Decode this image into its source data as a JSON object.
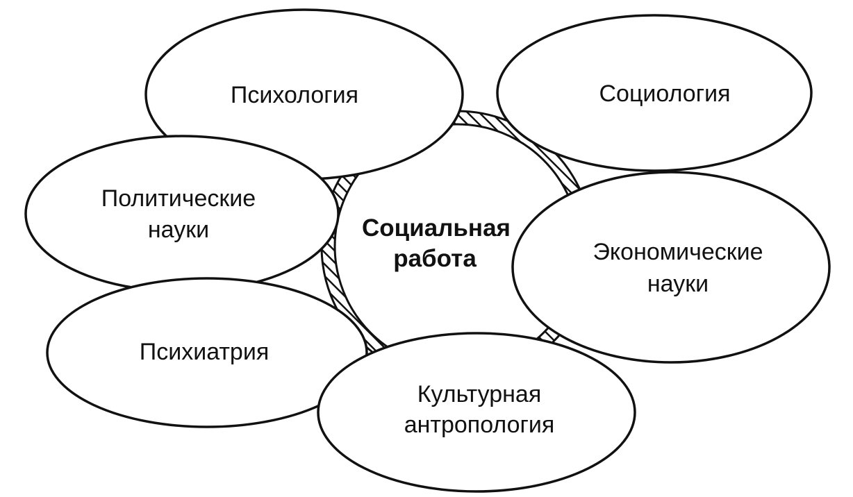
{
  "diagram": {
    "center": {
      "line1": "Социальная",
      "line2": "работа"
    },
    "nodes": [
      {
        "id": "psychology",
        "lines": [
          "Психология"
        ]
      },
      {
        "id": "sociology",
        "lines": [
          "Социология"
        ]
      },
      {
        "id": "political-science",
        "lines": [
          "Политические",
          "науки"
        ]
      },
      {
        "id": "economics",
        "lines": [
          "Экономические",
          "науки"
        ]
      },
      {
        "id": "psychiatry",
        "lines": [
          "Психиатрия"
        ]
      },
      {
        "id": "cultural-anthropology",
        "lines": [
          "Культурная",
          "антропология"
        ]
      }
    ],
    "colors": {
      "stroke": "#111111",
      "fill": "#ffffff",
      "hatch": "#111111"
    }
  }
}
